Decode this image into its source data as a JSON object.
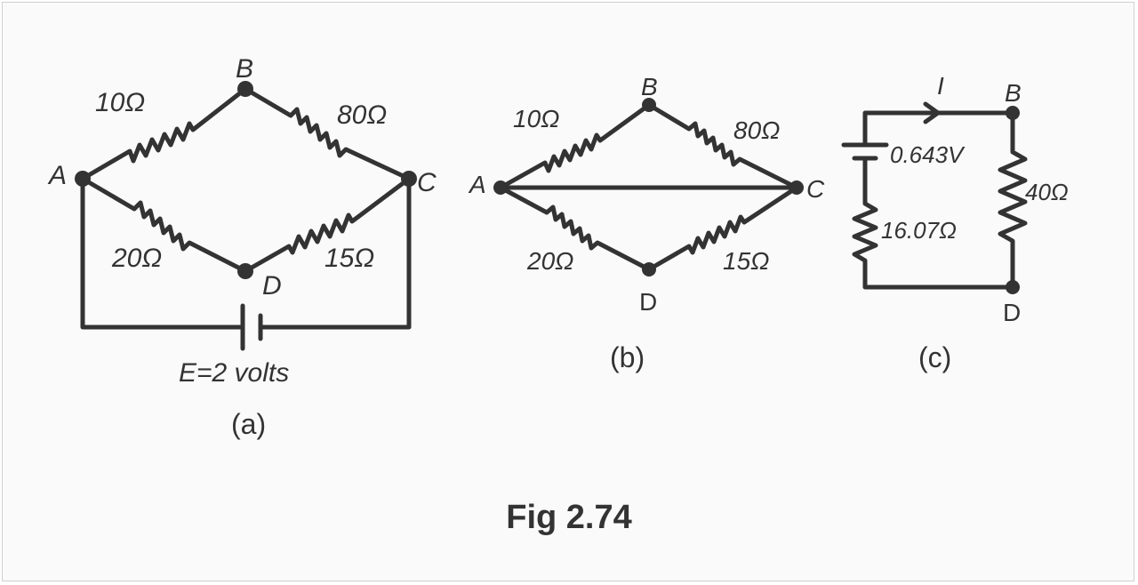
{
  "figure": {
    "caption": "Fig 2.74",
    "colors": {
      "ink": "#333333",
      "background": "#fafafa"
    },
    "circuit_a": {
      "sublabel": "(a)",
      "nodes": {
        "a": "A",
        "b": "B",
        "c": "C",
        "d": "D"
      },
      "resistors": {
        "ab": "10Ω",
        "bc": "80Ω",
        "ad": "20Ω",
        "dc": "15Ω"
      },
      "source": "E=2 volts"
    },
    "circuit_b": {
      "sublabel": "(b)",
      "nodes": {
        "a": "A",
        "b": "B",
        "c": "C",
        "d": "D"
      },
      "resistors": {
        "ab": "10Ω",
        "bc": "80Ω",
        "ad": "20Ω",
        "dc": "15Ω"
      }
    },
    "circuit_c": {
      "sublabel": "(c)",
      "nodes": {
        "b": "B",
        "d": "D"
      },
      "current": "I",
      "source": "0.643V",
      "internal_resistor": "16.07Ω",
      "load_resistor": "40Ω"
    }
  }
}
